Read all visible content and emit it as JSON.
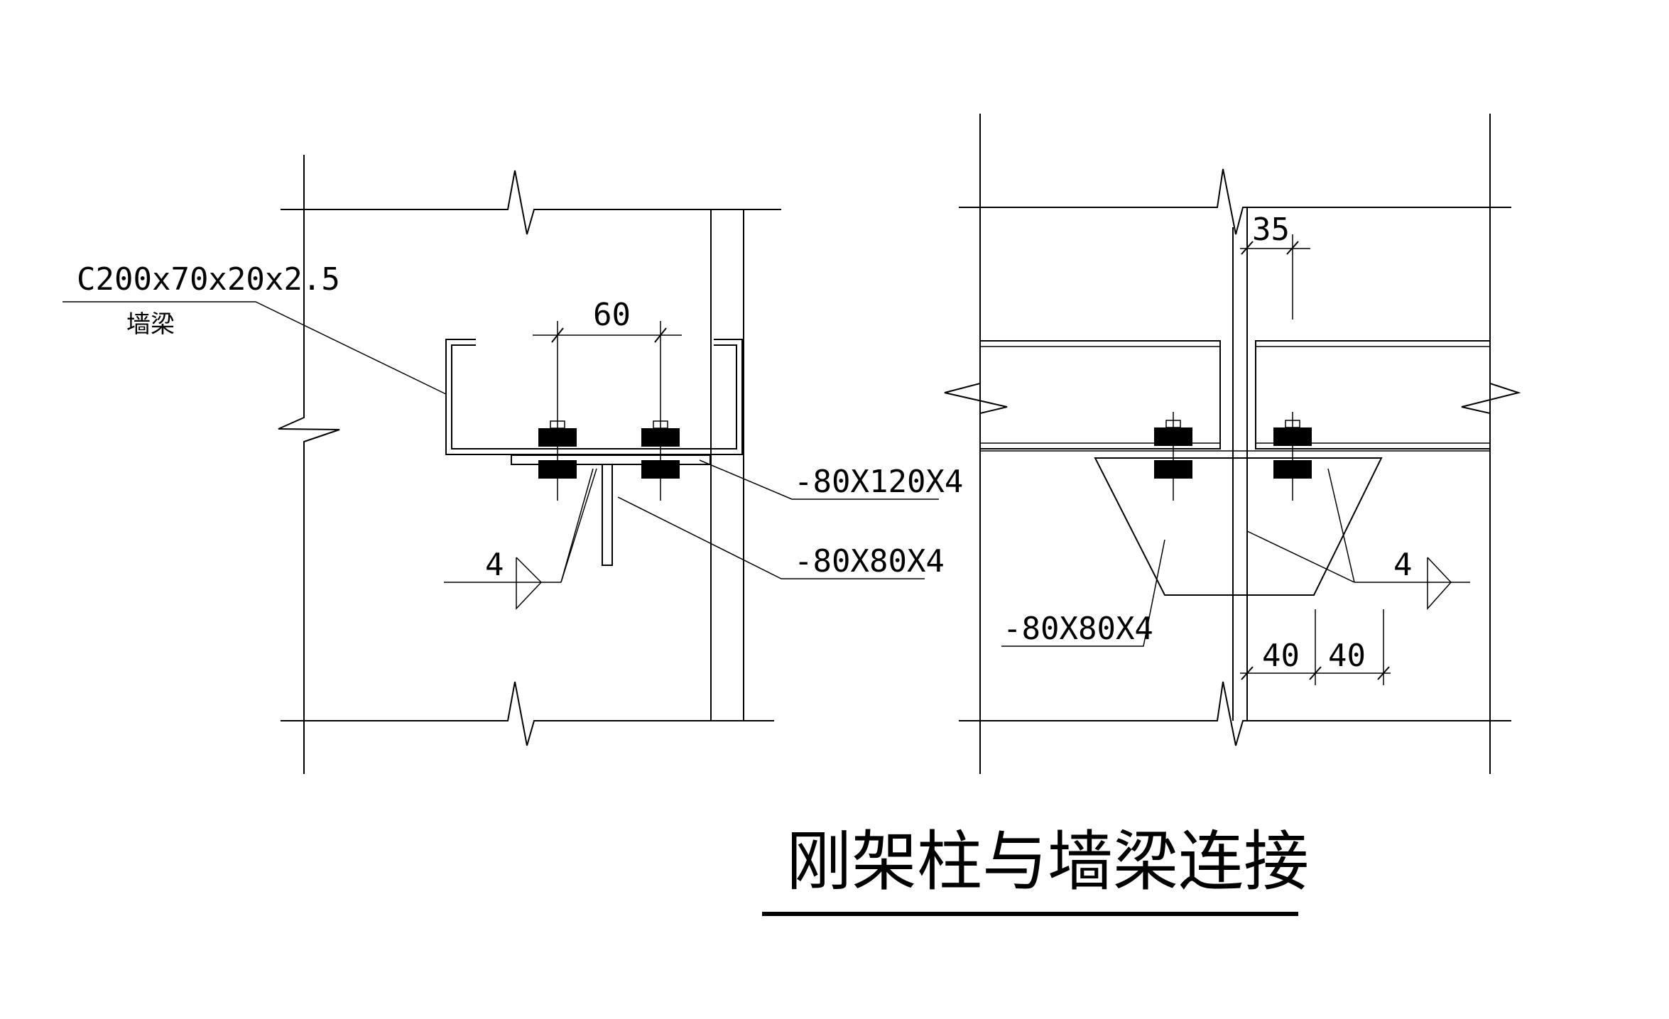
{
  "title": "刚架柱与墙梁连接",
  "left_detail": {
    "section_label": "C200x70x20x2.5",
    "member_label": "墙梁",
    "bolt_spacing": "60",
    "plate_label": "-80X120X4",
    "stiffener_label": "-80X80X4",
    "weld_size": "4"
  },
  "right_detail": {
    "edge_dim": "35",
    "stiffener_label": "-80X80X4",
    "weld_size": "4",
    "dim_left": "40",
    "dim_right": "40"
  }
}
